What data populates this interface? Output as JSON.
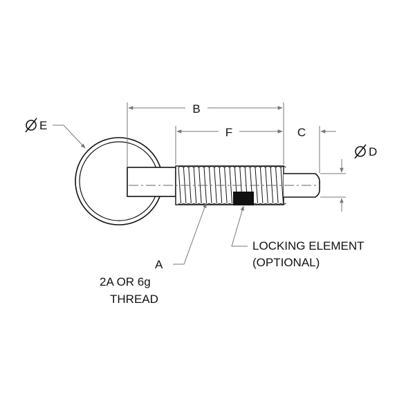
{
  "diagram": {
    "dimensions": {
      "dia_e": "E",
      "b": "B",
      "f": "F",
      "c": "C",
      "dia_d": "D"
    },
    "callouts": {
      "thread_a": "A",
      "thread_class": "2A OR 6g",
      "thread_word": "THREAD",
      "locking_line1": "LOCKING ELEMENT",
      "locking_line2": "(OPTIONAL)"
    },
    "colors": {
      "line": "#111111",
      "dimension": "#777777",
      "locking_element": "#111111"
    }
  }
}
